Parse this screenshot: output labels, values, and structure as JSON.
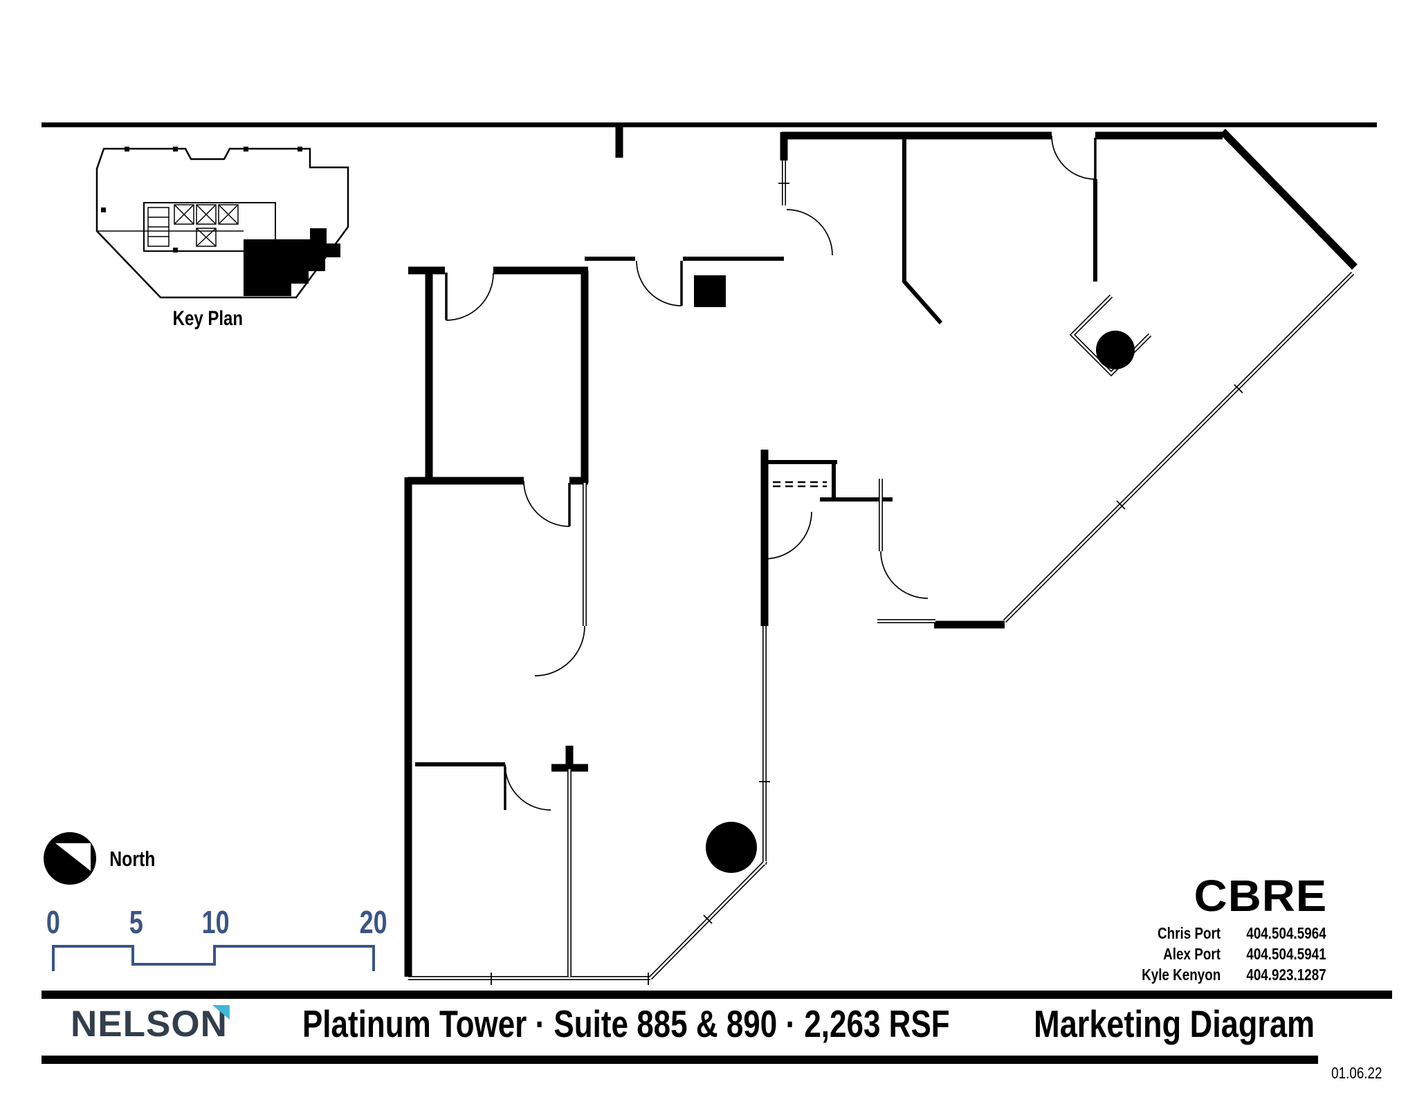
{
  "page": {
    "date": "01.06.22"
  },
  "key_plan": {
    "label": "Key Plan"
  },
  "compass": {
    "label": "North"
  },
  "scale_bar": {
    "tick0": "0",
    "tick5": "5",
    "tick10": "10",
    "tick20": "20",
    "color": "#3a5585"
  },
  "cbre": {
    "logo_text": "CBRE",
    "contacts": [
      {
        "name": "Chris Port",
        "phone": "404.504.5964"
      },
      {
        "name": "Alex Port",
        "phone": "404.504.5941"
      },
      {
        "name": "Kyle Kenyon",
        "phone": "404.923.1287"
      }
    ]
  },
  "footer": {
    "nelson_main": "NELSO",
    "nelson_last": "N",
    "title": "Platinum Tower · Suite 885 & 890 · 2,263 RSF",
    "doc_type": "Marketing Diagram"
  },
  "colors": {
    "ink": "#000000",
    "scale_blue": "#3a5585",
    "nelson_slate": "#333e4c",
    "nelson_teal": "#41b7d8"
  }
}
